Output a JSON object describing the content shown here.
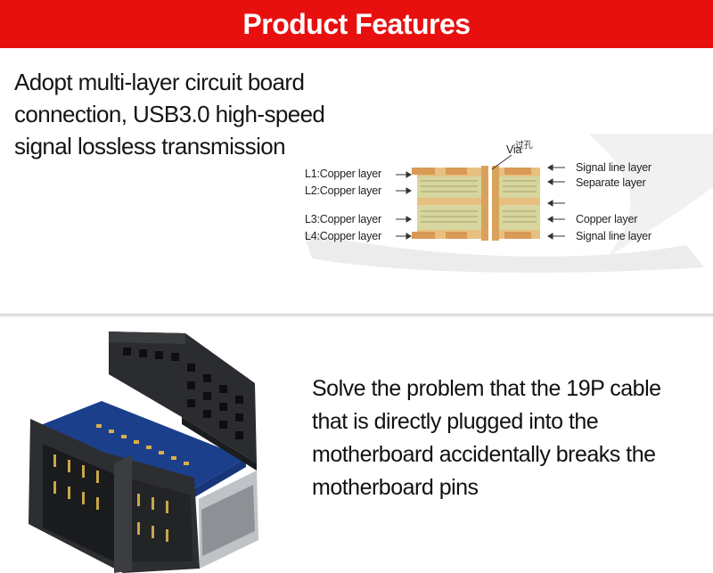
{
  "banner": {
    "title": "Product Features"
  },
  "section1": {
    "lines": [
      "Adopt multi-layer circuit board",
      "connection, USB3.0 high-speed",
      "signal lossless transmission"
    ]
  },
  "diagram": {
    "via_label": "Via",
    "via_cn_label": "过孔",
    "left_labels": [
      "L1:Copper layer",
      "L2:Copper layer",
      "L3:Copper layer",
      "L4:Copper layer"
    ],
    "right_labels": [
      "Signal line layer",
      "Separate layer",
      "Copper layer",
      "Signal line layer"
    ],
    "colors": {
      "board": "#e3b87a",
      "core": "#cfd3a2",
      "via": "#d9a25a"
    }
  },
  "section2": {
    "lines": [
      "Solve the problem that the 19P cable",
      "that is directly plugged into the",
      "motherboard accidentally breaks the",
      "motherboard pins"
    ]
  },
  "colors": {
    "banner": "#e8100f",
    "pcb": "#1c3f8c"
  }
}
